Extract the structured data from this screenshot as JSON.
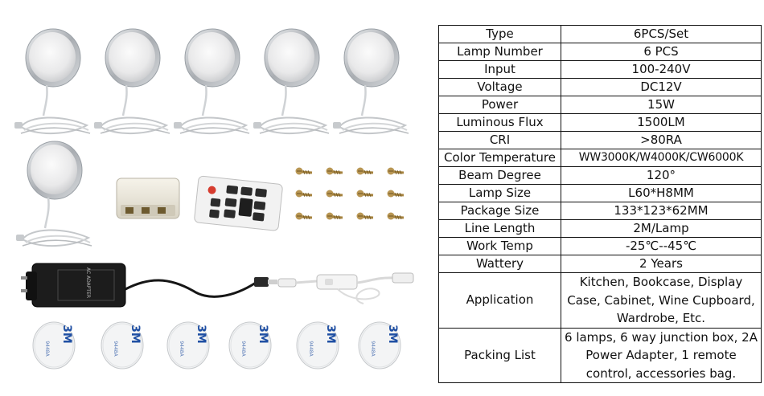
{
  "labels": {
    "adapter": "AC ADAPTER",
    "tape": "9448A",
    "tape_brand": "3M"
  },
  "specs": [
    {
      "label": "Type",
      "value": "6PCS/Set"
    },
    {
      "label": "Lamp Number",
      "value": "6 PCS"
    },
    {
      "label": "Input",
      "value": "100-240V"
    },
    {
      "label": "Voltage",
      "value": "DC12V"
    },
    {
      "label": "Power",
      "value": "15W"
    },
    {
      "label": "Luminous Flux",
      "value": "1500LM"
    },
    {
      "label": "CRI",
      "value": ">80RA"
    },
    {
      "label": "Color Temperature",
      "value": "WW3000K/W4000K/CW6000K"
    },
    {
      "label": "Beam Degree",
      "value": "120°"
    },
    {
      "label": "Lamp Size",
      "value": "L60*H8MM"
    },
    {
      "label": "Package Size",
      "value": "133*123*62MM"
    },
    {
      "label": "Line Length",
      "value": "2M/Lamp"
    },
    {
      "label": "Work Temp",
      "value": "-25℃--45℃"
    },
    {
      "label": "Wattery",
      "value": "2 Years"
    },
    {
      "label": "Application",
      "value": "Kitchen, Bookcase, Display Case, Cabinet, Wine Cupboard, Wardrobe, Etc."
    },
    {
      "label": "Packing List",
      "value": "6 lamps, 6 way junction box, 2A Power Adapter, 1 remote control, accessories bag."
    }
  ]
}
